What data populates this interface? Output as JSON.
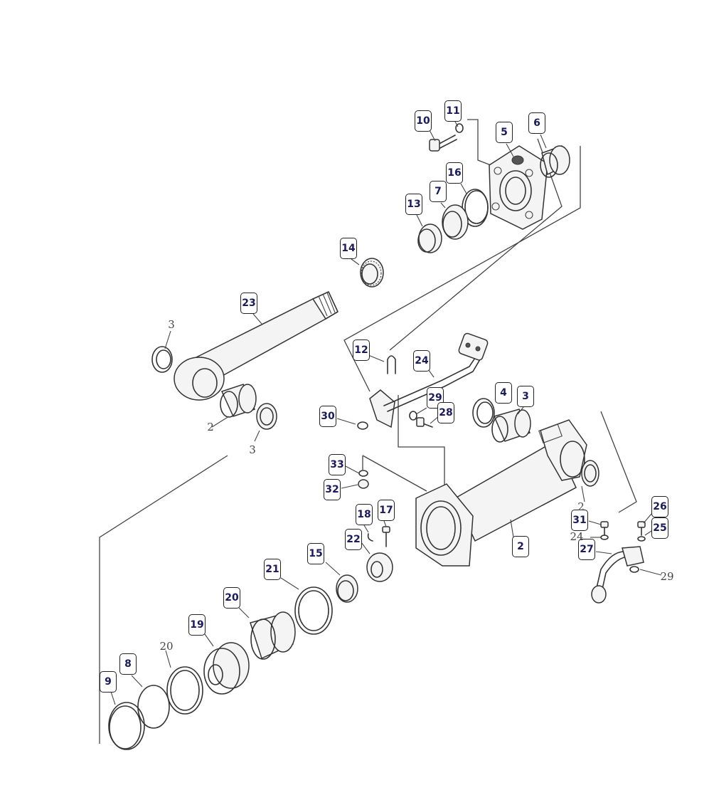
{
  "callouts": [
    {
      "label": "10"
    },
    {
      "label": "11"
    },
    {
      "label": "5"
    },
    {
      "label": "6"
    },
    {
      "label": "16"
    },
    {
      "label": "7"
    },
    {
      "label": "13"
    },
    {
      "label": "14"
    },
    {
      "label": "23"
    },
    {
      "label": "12"
    },
    {
      "label": "24"
    },
    {
      "label": "4"
    },
    {
      "label": "3"
    },
    {
      "label": "29"
    },
    {
      "label": "28"
    },
    {
      "label": "30"
    },
    {
      "label": "33"
    },
    {
      "label": "32"
    },
    {
      "label": "18"
    },
    {
      "label": "17"
    },
    {
      "label": "22"
    },
    {
      "label": "2"
    },
    {
      "label": "15"
    },
    {
      "label": "21"
    },
    {
      "label": "20"
    },
    {
      "label": "19"
    },
    {
      "label": "8"
    },
    {
      "label": "9"
    },
    {
      "label": "31"
    },
    {
      "label": "26"
    },
    {
      "label": "25"
    },
    {
      "label": "27"
    }
  ],
  "plain_labels": [
    {
      "label": "3"
    },
    {
      "label": "2"
    },
    {
      "label": "3"
    },
    {
      "label": "20"
    },
    {
      "label": "24"
    },
    {
      "label": "2"
    },
    {
      "label": "29"
    }
  ]
}
